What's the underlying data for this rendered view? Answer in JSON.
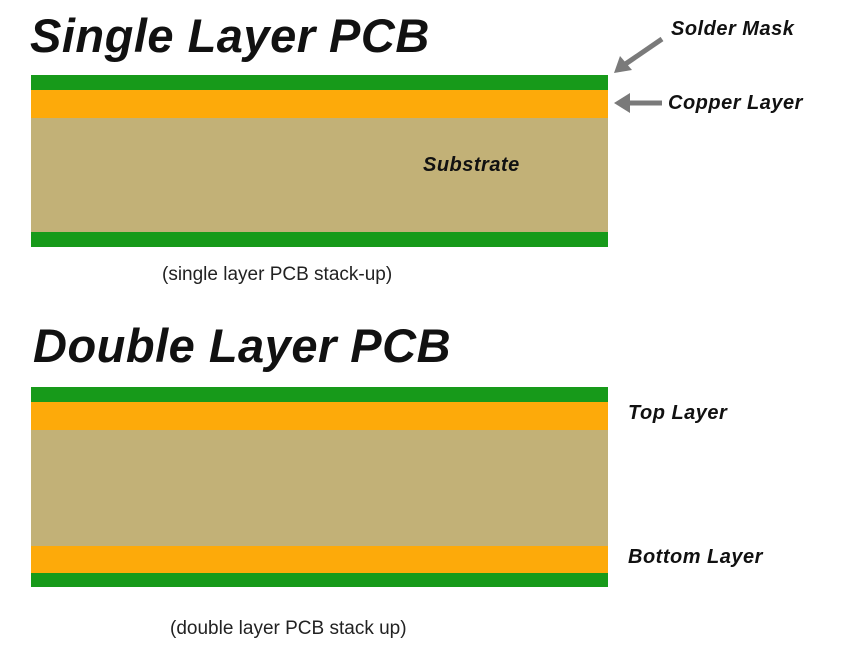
{
  "single": {
    "title": "Single Layer PCB",
    "labels": {
      "solder_mask": "Solder Mask",
      "copper_layer": "Copper Layer",
      "substrate": "Substrate"
    },
    "caption": "(single layer PCB stack-up)"
  },
  "double": {
    "title": "Double Layer PCB",
    "labels": {
      "top_layer": "Top Layer",
      "bottom_layer": "Bottom Layer"
    },
    "caption": "(double layer PCB stack up)"
  },
  "colors": {
    "solder_mask": "#179a1a",
    "copper": "#fdaa0a",
    "substrate": "#c2b177",
    "arrow": "#7a7a7a"
  }
}
